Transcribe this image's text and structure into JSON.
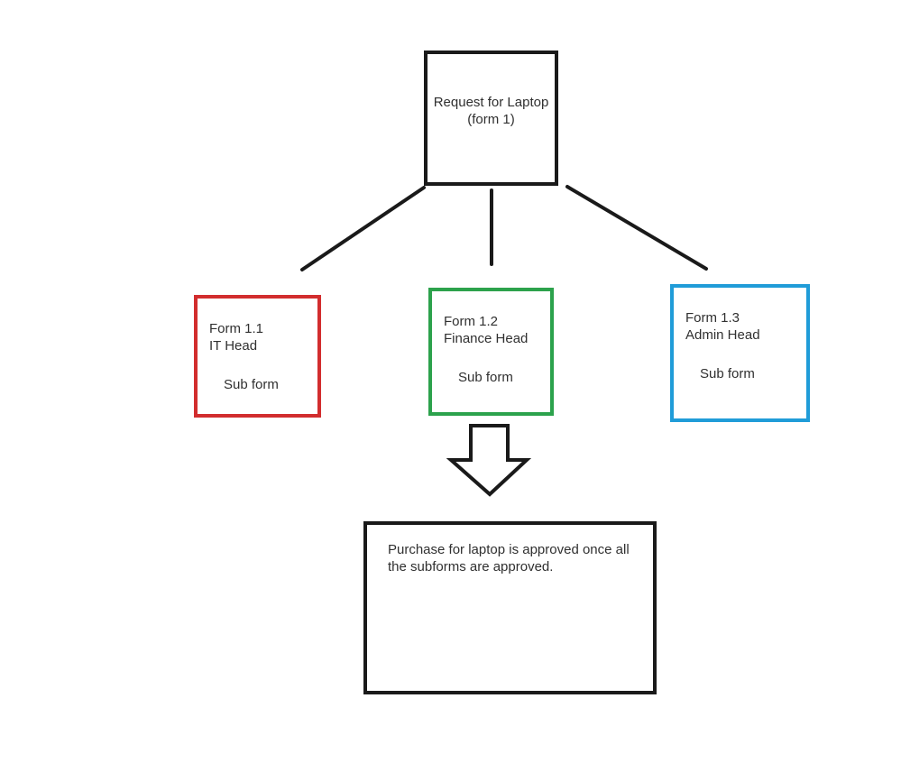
{
  "diagram": {
    "root_box": {
      "line1": "Request for Laptop",
      "line2": "(form 1)"
    },
    "sub_boxes": [
      {
        "line1": "Form 1.1",
        "line2": "IT Head",
        "sub_label": "Sub form",
        "border_color": "#d22d2e"
      },
      {
        "line1": "Form 1.2",
        "line2": "Finance Head",
        "sub_label": "Sub form",
        "border_color": "#2ca24c"
      },
      {
        "line1": "Form 1.3",
        "line2": "Admin Head",
        "sub_label": "Sub form",
        "border_color": "#209cd8"
      }
    ],
    "result_box": {
      "line1": "Purchase for laptop is approved once all",
      "line2": "the subforms are approved."
    },
    "colors": {
      "outline": "#1a1a1a",
      "red": "#d22d2e",
      "green": "#2ca24c",
      "blue": "#209cd8",
      "text": "#303030",
      "background": "#ffffff"
    }
  }
}
